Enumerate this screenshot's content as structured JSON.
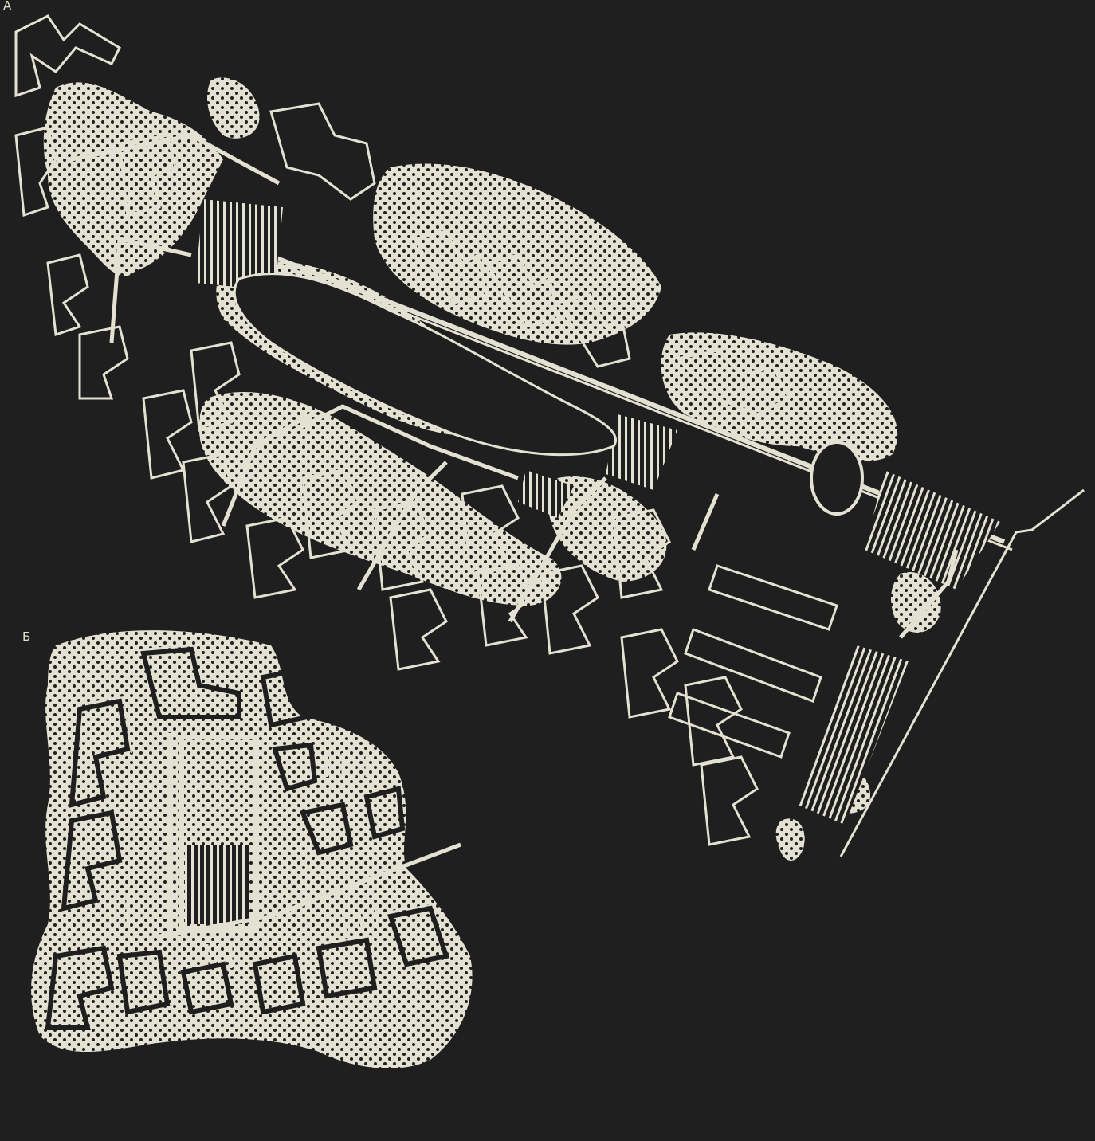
{
  "figure": {
    "panels": [
      {
        "id": "A",
        "label": "А"
      },
      {
        "id": "B",
        "label": "Б"
      }
    ]
  },
  "colors": {
    "background": "#1f1f1f",
    "line": "#e3e2d2",
    "greenery_fill": "#e3e2d2",
    "greenery_dots": "#1f1f1f"
  },
  "legend_semantics": {
    "greenery": "dotted-areas",
    "buildings": "outline-shapes",
    "paved_areas": "hatched-areas",
    "paths": "light-lines"
  }
}
